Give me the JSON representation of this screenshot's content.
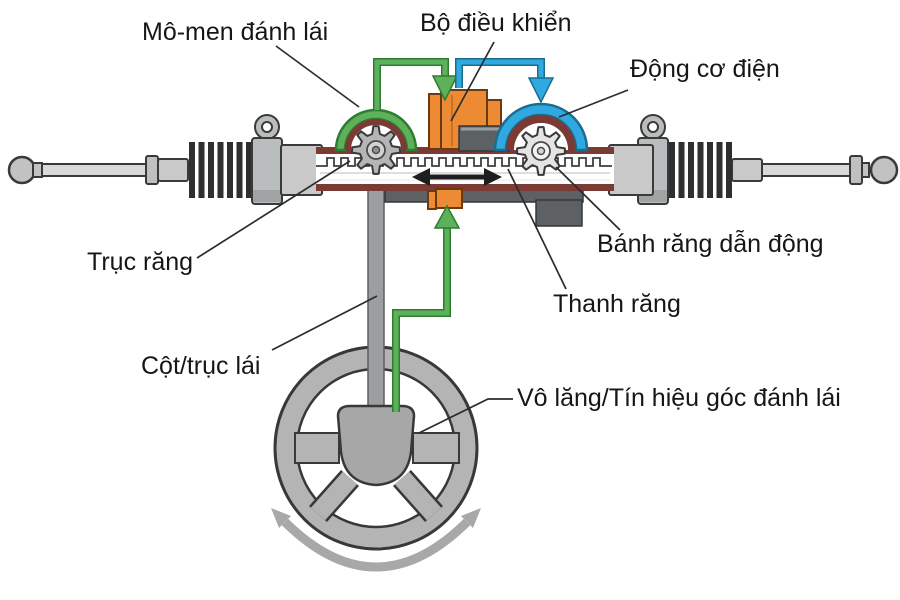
{
  "labels": {
    "steering_torque": "Mô-men đánh lái",
    "control_unit": "Bộ điều khiển",
    "electric_motor": "Động cơ điện",
    "pinion_shaft": "Trục răng",
    "drive_gear": "Bánh răng dẫn động",
    "rack": "Thanh răng",
    "steering_column": "Cột/trục lái",
    "steering_wheel_signal": "Vô lăng/Tín hiệu góc đánh lái"
  },
  "colors": {
    "torque_sensor_green": "#5cb15a",
    "signal_green_dark": "#2e7d32",
    "motor_blue": "#2fa9e0",
    "motor_blue_dark": "#1a6d90",
    "controller_orange": "#ec8b33",
    "controller_orange_dark": "#6b3a10",
    "housing_maroon": "#7b3a33",
    "metal_gray": "#b5b5b5",
    "dark_component_gray": "#5e6164",
    "wheel_gray": "#b4b4b4",
    "background": "#ffffff"
  }
}
